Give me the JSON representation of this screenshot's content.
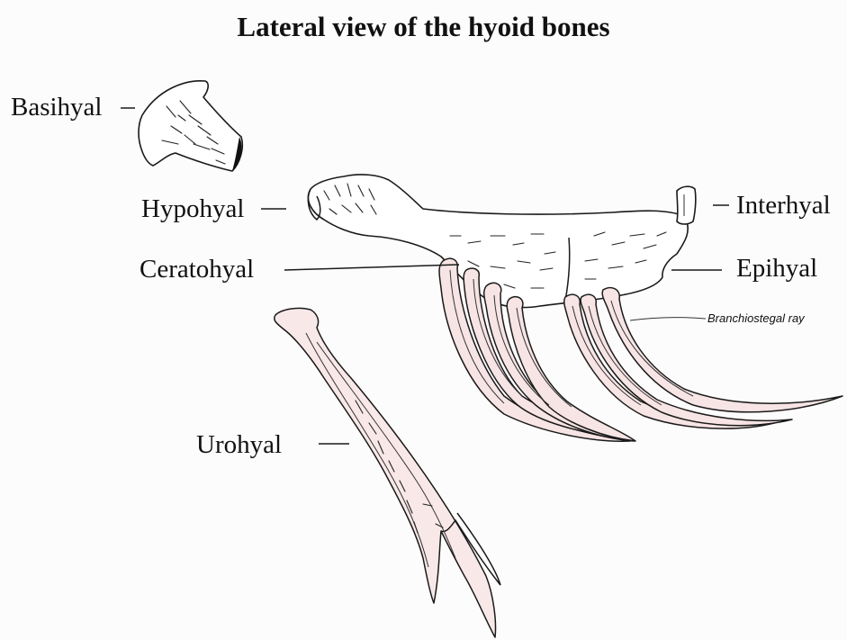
{
  "title": "Lateral view of the hyoid bones",
  "labels": {
    "basihyal": "Basihyal",
    "hypohyal": "Hypohyal",
    "ceratohyal": "Ceratohyal",
    "urohyal": "Urohyal",
    "interhyal": "Interhyal",
    "epihyal": "Epihyal",
    "branchiostegal_ray": "Branchiostegal ray"
  },
  "colors": {
    "outline": "#1a1a1a",
    "bone_fill": "#ffffff",
    "ray_fill": "#f7e4e4",
    "background": "#fdfcfc"
  }
}
